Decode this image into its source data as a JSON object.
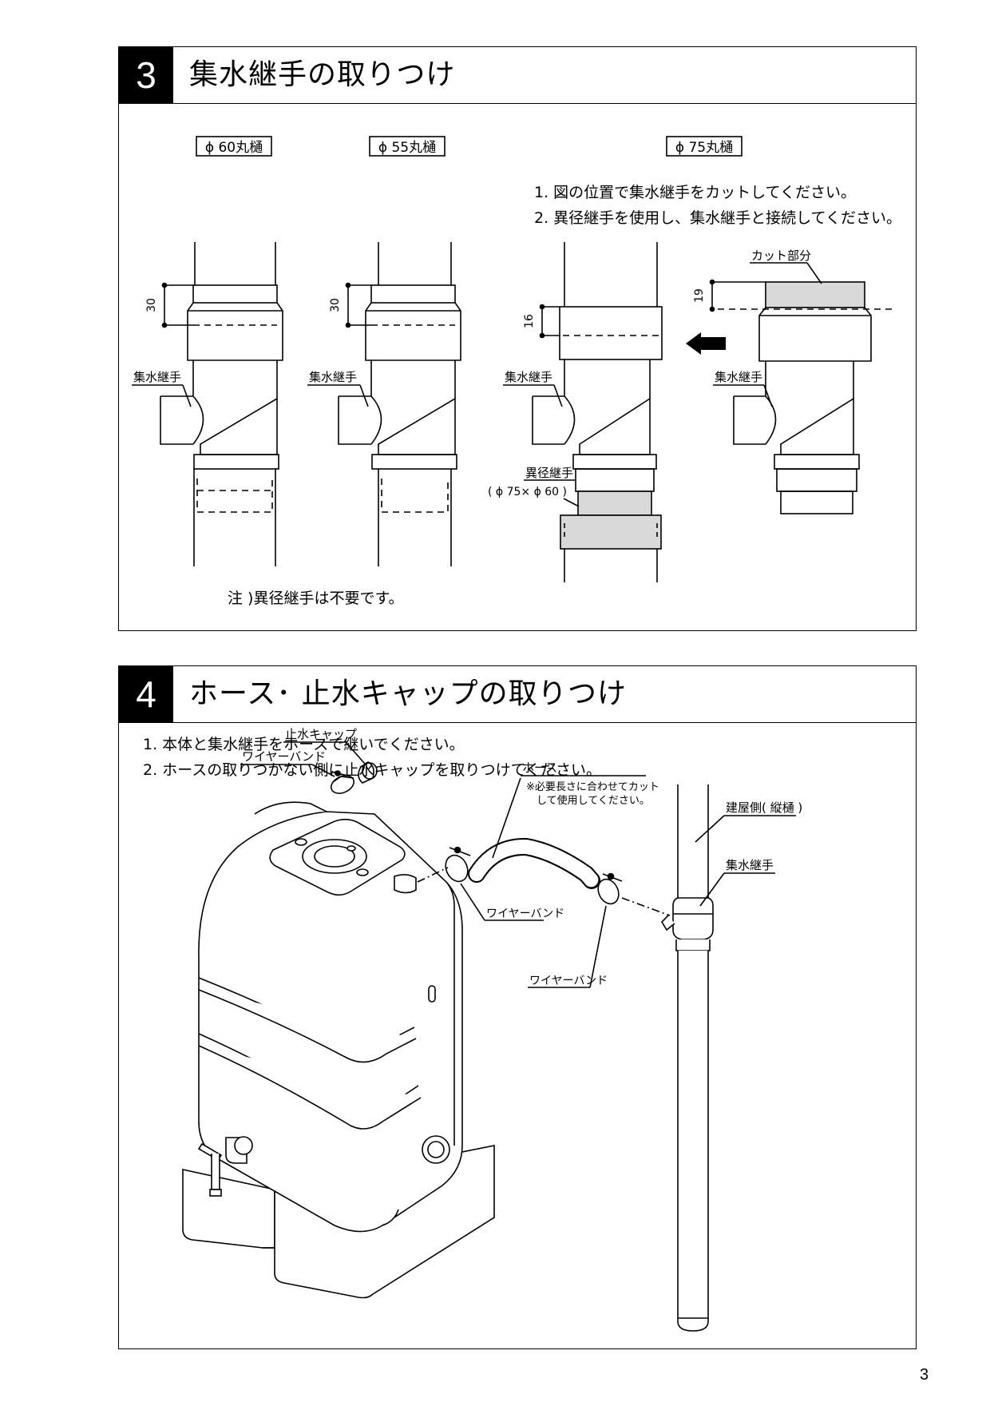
{
  "section3": {
    "number": "3",
    "title": "集水継手の取りつけ",
    "columns": {
      "c60": "ϕ 60丸樋",
      "c55": "ϕ 55丸樋",
      "c75": "ϕ 75丸樋"
    },
    "steps": [
      "1. 図の位置で集水継手をカットしてください。",
      "2. 異径継手を使用し、集水継手と接続してください。"
    ],
    "dims": {
      "d30a": "30",
      "d30b": "30",
      "d16": "16",
      "d19": "19"
    },
    "labels": {
      "joint1": "集水継手",
      "joint2": "集水継手",
      "joint3": "集水継手",
      "joint4": "集水継手",
      "cut_part": "カット部分",
      "reducer": "異径継手",
      "reducer_size": "( ϕ 75× ϕ 60 )"
    },
    "note": "注 )異径継手は不要です。"
  },
  "section4": {
    "number": "4",
    "title": "ホース･ 止水キャップの取りつけ",
    "steps": [
      "1. 本体と集水継手をホースで継いでください。",
      "2. ホースの取りつかない側に止水キャップを取りつけてください。"
    ],
    "labels": {
      "stop_cap": "止水キャップ",
      "wire_band_1": "ワイヤーバンド",
      "hose": "ホース",
      "hose_note_1": "※必要長さに合わせてカット",
      "hose_note_2": "して使用してください。",
      "downspout": "建屋側( 縦樋 )",
      "joint": "集水継手",
      "wire_band_2": "ワイヤーバンド",
      "wire_band_3": "ワイヤーバンド"
    }
  },
  "page_number": "3"
}
